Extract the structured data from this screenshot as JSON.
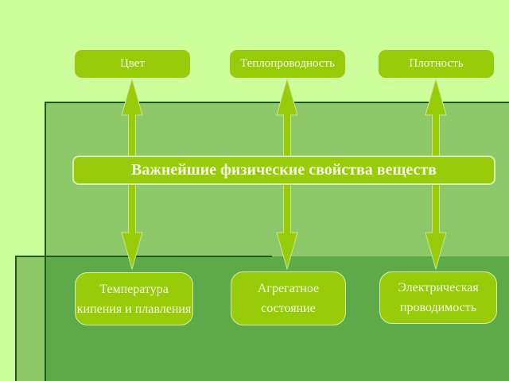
{
  "diagram": {
    "center": {
      "label": "Важнейшие физические свойства веществ"
    },
    "top_row": [
      {
        "label": "Цвет"
      },
      {
        "label": "Теплопроводность"
      },
      {
        "label": "Плотность"
      }
    ],
    "bottom_row": [
      {
        "line1": "Температура",
        "line2": "кипения и плавления"
      },
      {
        "line1": "Агрегатное",
        "line2": "состояние"
      },
      {
        "line1": "Электрическая",
        "line2": "проводимость"
      }
    ],
    "connectors": [
      {
        "type": "double-arrow",
        "between": [
          "Цвет",
          "Температура кипения и плавления"
        ]
      },
      {
        "type": "double-arrow",
        "between": [
          "Теплопроводность",
          "Агрегатное состояние"
        ]
      },
      {
        "type": "double-arrow",
        "between": [
          "Плотность",
          "Электрическая проводимость"
        ]
      }
    ]
  },
  "colors": {
    "bg": "#ccff99",
    "panel-mid": "#8dc869",
    "panel-dark": "#5eaa48",
    "panel-border": "#1e5a1e",
    "shape-fill": "#99cc08",
    "shape-border": "#d8ecb0",
    "arrow-stroke": "#c9e492",
    "text-light": "#f2f9e6"
  }
}
